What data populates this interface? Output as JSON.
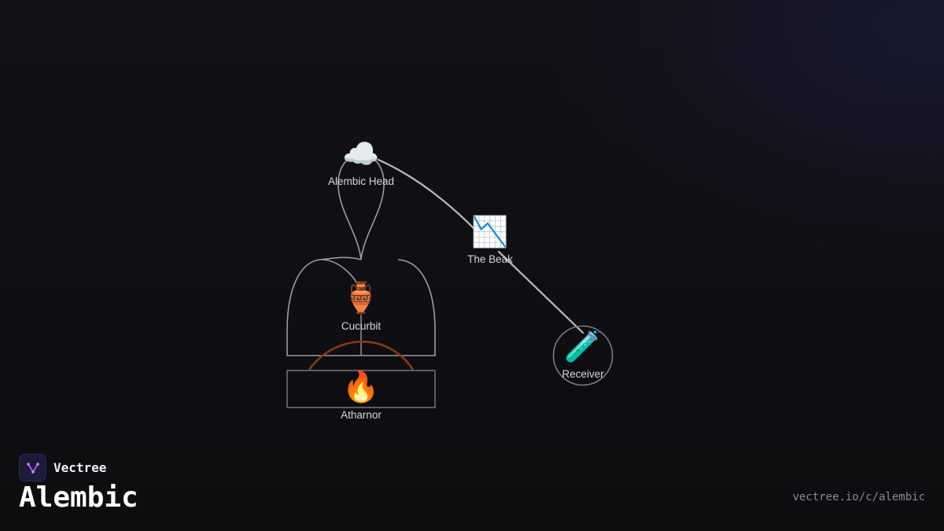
{
  "brand": {
    "name": "Vectree",
    "accent": "#a259ff"
  },
  "page_title": "Alembic",
  "url": "vectree.io/c/alembic",
  "colors": {
    "line": "#9a9aa2",
    "beak_line": "#b9b9c0",
    "fire_arc": "#8a3a12",
    "label": "#d6d6dc"
  },
  "nodes": {
    "head": {
      "label": "Alembic Head",
      "icon": "cloud-icon",
      "glyph": "☁️"
    },
    "beak": {
      "label": "The Beak",
      "icon": "chart-decreasing-icon",
      "glyph": "📉"
    },
    "cucurbit": {
      "label": "Cucurbit",
      "icon": "amphora-icon",
      "glyph": "🏺"
    },
    "athanor": {
      "label": "Atharnor",
      "icon": "fire-icon",
      "glyph": "🔥"
    },
    "receiver": {
      "label": "Receiver",
      "icon": "test-tube-icon",
      "glyph": "🧪"
    }
  }
}
